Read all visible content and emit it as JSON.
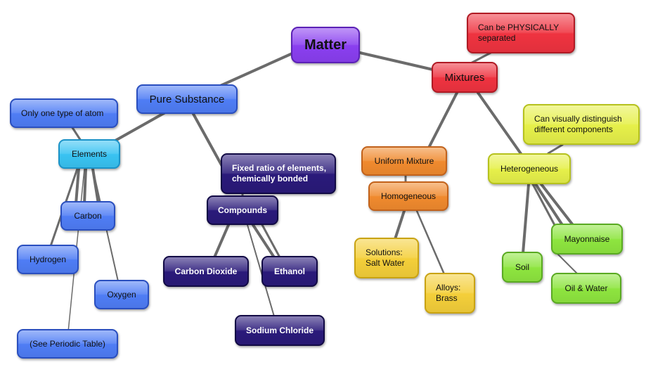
{
  "nodes": {
    "matter": "Matter",
    "pure_substance": "Pure Substance",
    "mixtures": "Mixtures",
    "physically_separated": "Can be PHYSICALLY\nseparated",
    "one_atom": "Only one type of atom",
    "elements": "Elements",
    "carbon": "Carbon",
    "hydrogen": "Hydrogen",
    "oxygen": "Oxygen",
    "periodic_table": "(See Periodic Table)",
    "fixed_ratio": "Fixed ratio of elements,\nchemically bonded",
    "compounds": "Compounds",
    "carbon_dioxide": "Carbon Dioxide",
    "ethanol": "Ethanol",
    "sodium_chloride": "Sodium Chloride",
    "uniform_mixture": "Uniform Mixture",
    "homogeneous": "Homogeneous",
    "solutions": "Solutions:\nSalt Water",
    "alloys": "Alloys:\nBrass",
    "visually_distinguish": "Can visually distinguish\ndifferent components",
    "heterogeneous": "Heterogeneous",
    "mayonnaise": "Mayonnaise",
    "soil": "Soil",
    "oil_water": "Oil & Water"
  },
  "colors": {
    "purple": "#8a3ff0",
    "blue": "#4f7df5",
    "cyan": "#39c3f2",
    "navy": "#2a1a7a",
    "red": "#ef3340",
    "orange": "#f08a2e",
    "yellow": "#f4cf3a",
    "lime": "#e6f04a",
    "green": "#8ee53f",
    "connector": "#6b6b6b"
  }
}
